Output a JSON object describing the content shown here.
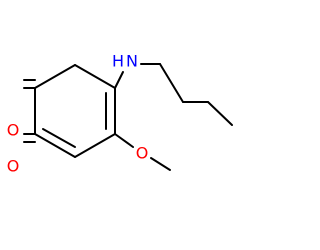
{
  "molecule": {
    "atoms": {
      "amine_n": {
        "label": "N",
        "color": "#0000ff"
      },
      "amine_h": {
        "label": "H",
        "color": "#0000ff"
      },
      "carbonyl_o1": {
        "label": "O",
        "color": "#ff0000"
      },
      "carbonyl_o2": {
        "label": "O",
        "color": "#ff0000"
      },
      "methoxy_o": {
        "label": "O",
        "color": "#ff0000"
      }
    },
    "bond_color": "#000000"
  }
}
